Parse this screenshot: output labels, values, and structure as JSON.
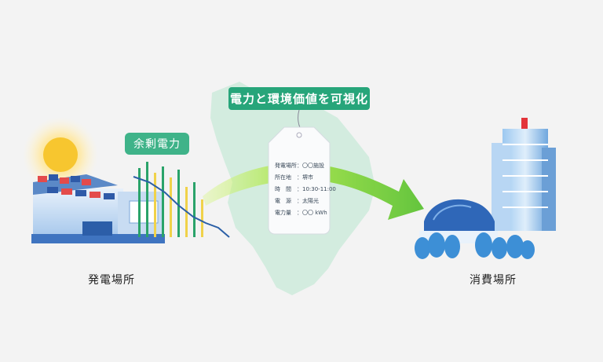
{
  "title": "電力と環境価値を可視化",
  "surplus_label": "余剰電力",
  "origin_label": "発電場所",
  "destination_label": "消費場所",
  "tag": {
    "rows": [
      {
        "key": "発電場所",
        "value": "〇〇施設"
      },
      {
        "key": "所在地",
        "value": "堺市"
      },
      {
        "key": "時　間",
        "value": "10:30-11:00"
      },
      {
        "key": "電　源",
        "value": "太陽光"
      },
      {
        "key": "電力量",
        "value": "〇〇 kWh"
      }
    ]
  },
  "colors": {
    "accent": "#27a57a",
    "arrow": "#8fd63a",
    "map": "#cfe9dc",
    "building": "#3a7bd5"
  }
}
